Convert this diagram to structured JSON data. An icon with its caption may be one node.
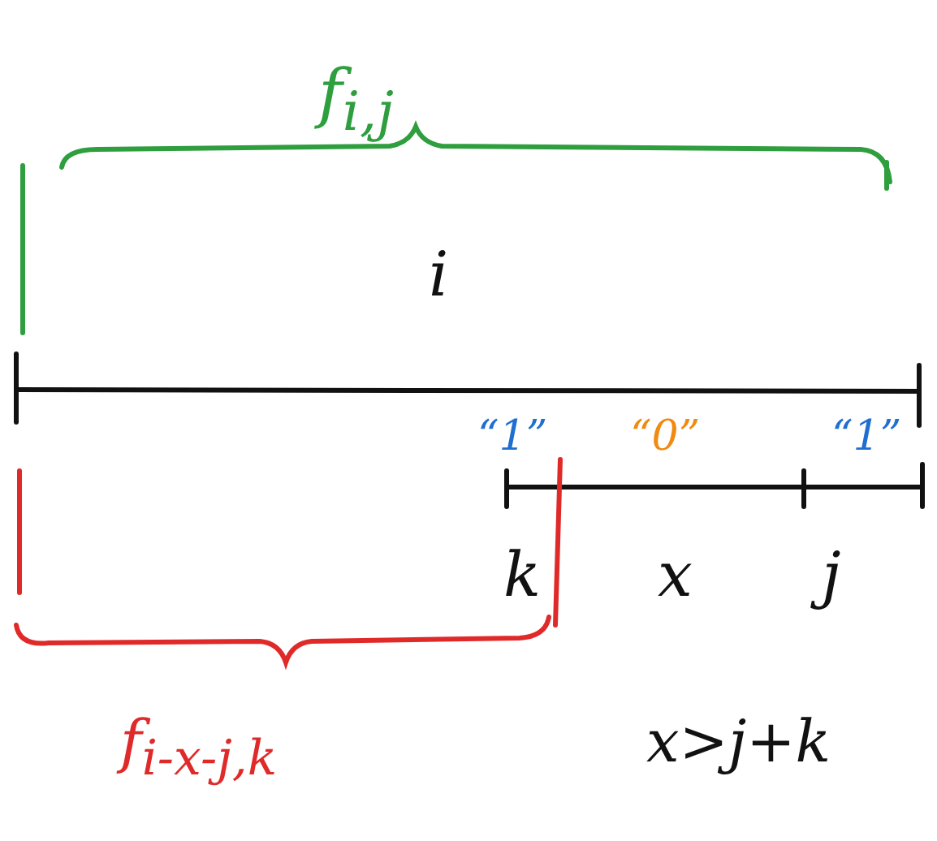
{
  "diagram": {
    "labels": [
      "f$_{i,j}$",
      "i",
      "“1”",
      "“0”",
      "“1”",
      "k",
      "x",
      "j",
      "f$_{i-x-j,k}$",
      "x>j+k"
    ]
  }
}
